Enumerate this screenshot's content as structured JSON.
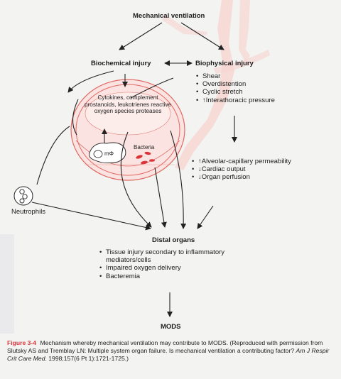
{
  "diagram": {
    "top": "Mechanical ventilation",
    "biochemical": "Biochemical injury",
    "biophysical": "Biophysical injury",
    "biophysical_items": [
      "Shear",
      "Overdistention",
      "Cyclic stretch",
      "↑Interathoracic pressure"
    ],
    "cell_mediators": "Cytokines, complement prostanoids, leukotrienes reactive oxygen species proteases",
    "bacteria": "Bacteria",
    "macrophage": "mΦ",
    "neutrophils": "Neutrophils",
    "effects": [
      "↑Alveolar-capillary permeability",
      "↓Cardiac output",
      "↓Organ perfusion"
    ],
    "distal_title": "Distal organs",
    "distal_items": [
      "Tissue injury secondary to inflammatory mediators/cells",
      "Impaired oxygen delivery",
      "Bacteremia"
    ],
    "mods": "MODS"
  },
  "caption": {
    "figure": "Figure 3-4",
    "text": "Mechanism whereby mechanical ventilation may contribute to MODS. (Reproduced with permission from Slutsky AS and Tremblay LN: Multiple system organ failure. Is mechanical ventilation a contributing factor?",
    "journal": "Am J Respir Crit Care Med.",
    "citation": "1998;157(6 Pt 1):1721-1725.)"
  },
  "colors": {
    "accent_red": "#d9343a",
    "lung_pink": "#f4c7c4",
    "cell_red": "#e06862"
  }
}
